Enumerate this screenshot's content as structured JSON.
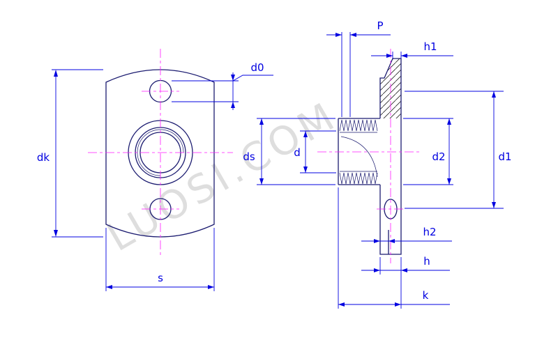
{
  "watermark": "LUOSI.COM",
  "dimensions": {
    "dk": "dk",
    "s": "s",
    "d0": "d0",
    "p": "P",
    "h1": "h1",
    "ds": "ds",
    "d": "d",
    "d2": "d2",
    "d1": "d1",
    "h2": "h2",
    "h": "h",
    "k": "k"
  },
  "colors": {
    "outline": "#1b1b70",
    "dimension": "#0000e0",
    "centerline": "#ff19ff",
    "hatch": "#222222",
    "watermark": "#d6d6d6",
    "background": "#ffffff"
  }
}
